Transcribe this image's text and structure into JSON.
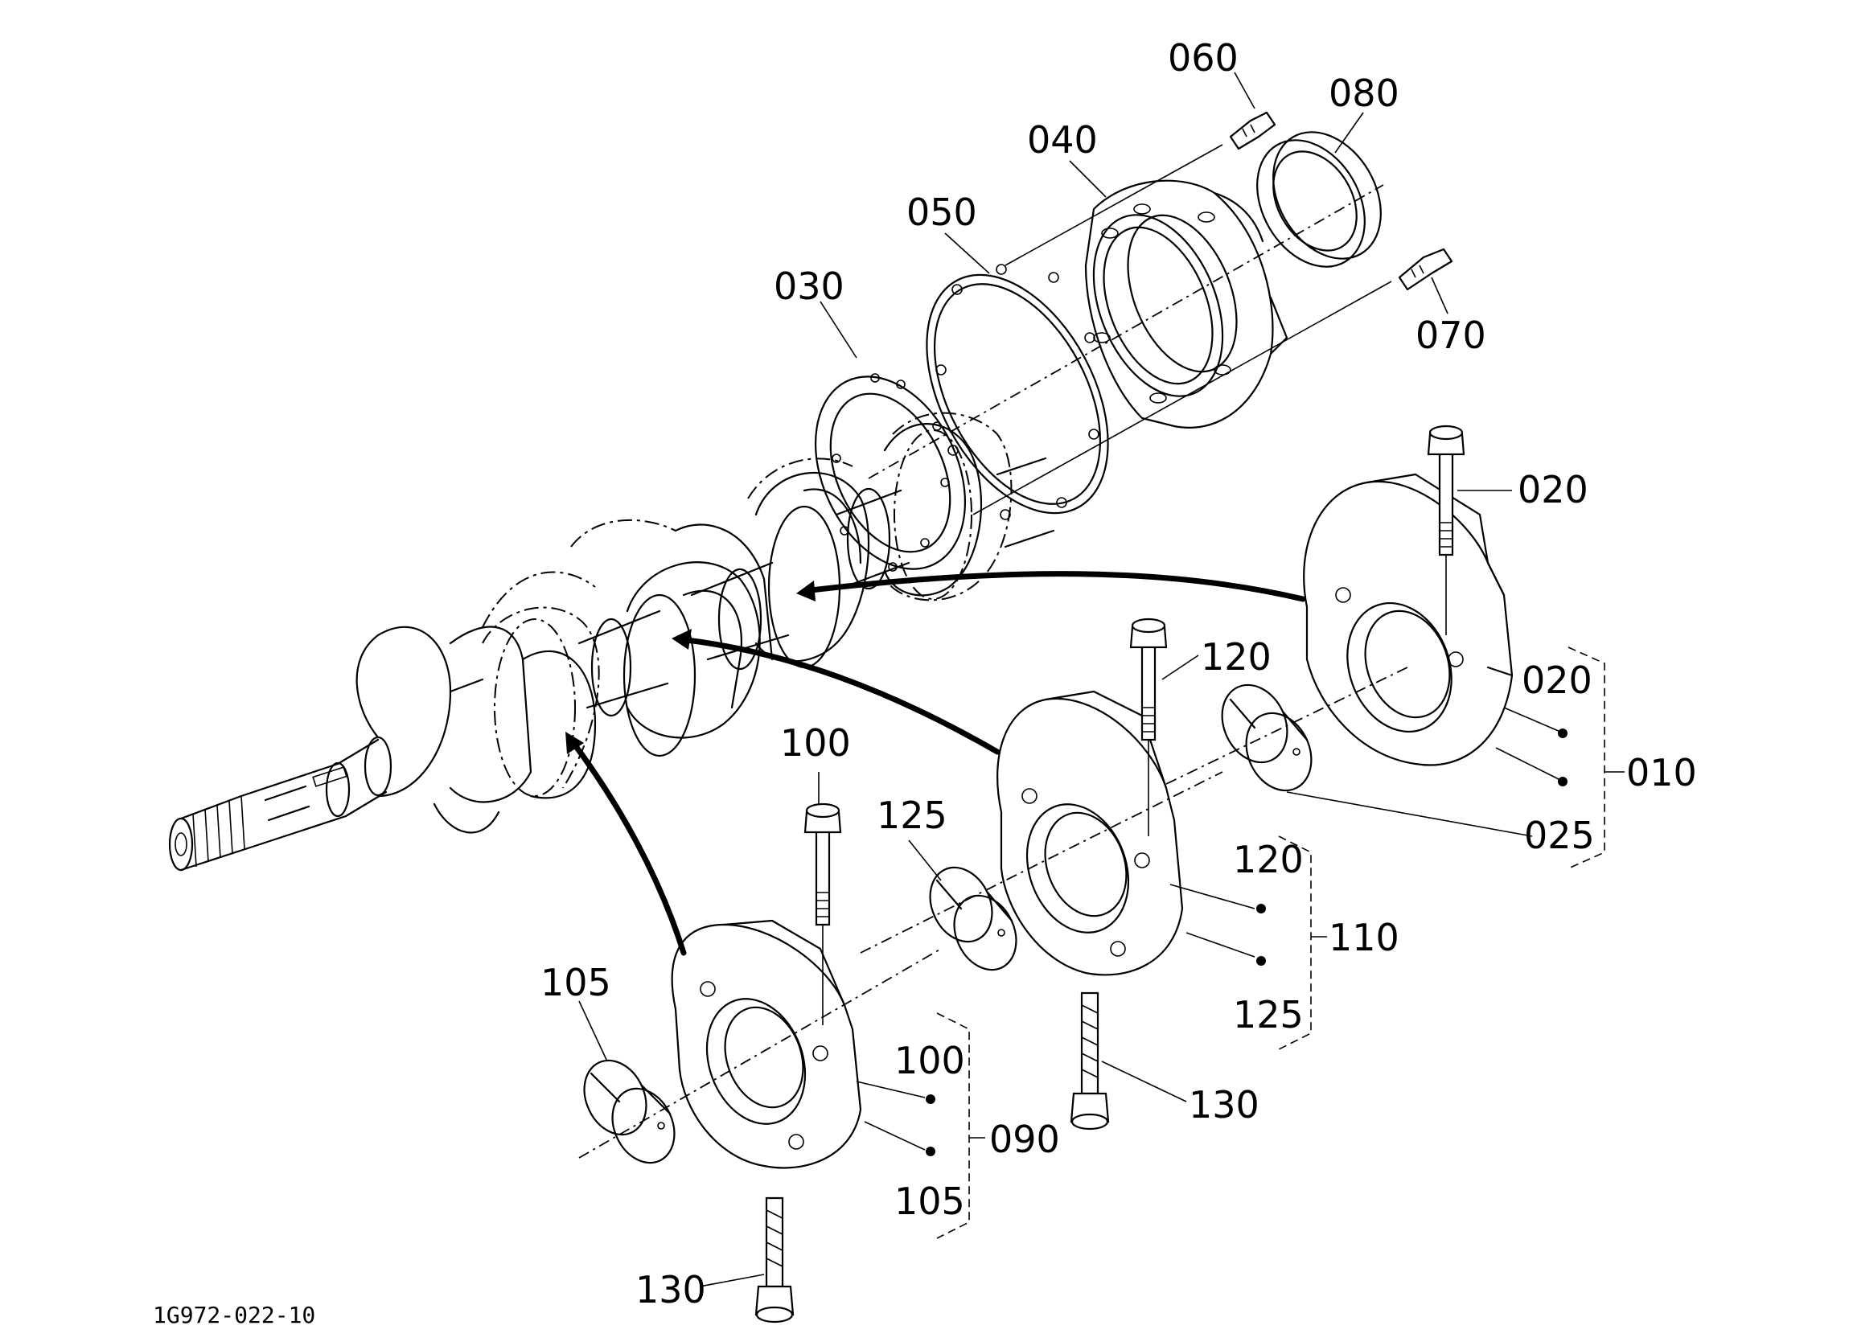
{
  "drawing_number": "1G972-022-10",
  "callouts": {
    "p060": "060",
    "p080": "080",
    "p040": "040",
    "p050": "050",
    "p030": "030",
    "p070": "070",
    "p020_bolt": "020",
    "p120_bolt": "120",
    "p020_set": "020",
    "p010": "010",
    "p025": "025",
    "p100_bolt": "100",
    "p125_bearing": "125",
    "p120_set": "120",
    "p110": "110",
    "p125_set": "125",
    "p105_bearing": "105",
    "p100_set": "100",
    "p090": "090",
    "p105_set": "105",
    "p130_right": "130",
    "p130_left": "130"
  }
}
